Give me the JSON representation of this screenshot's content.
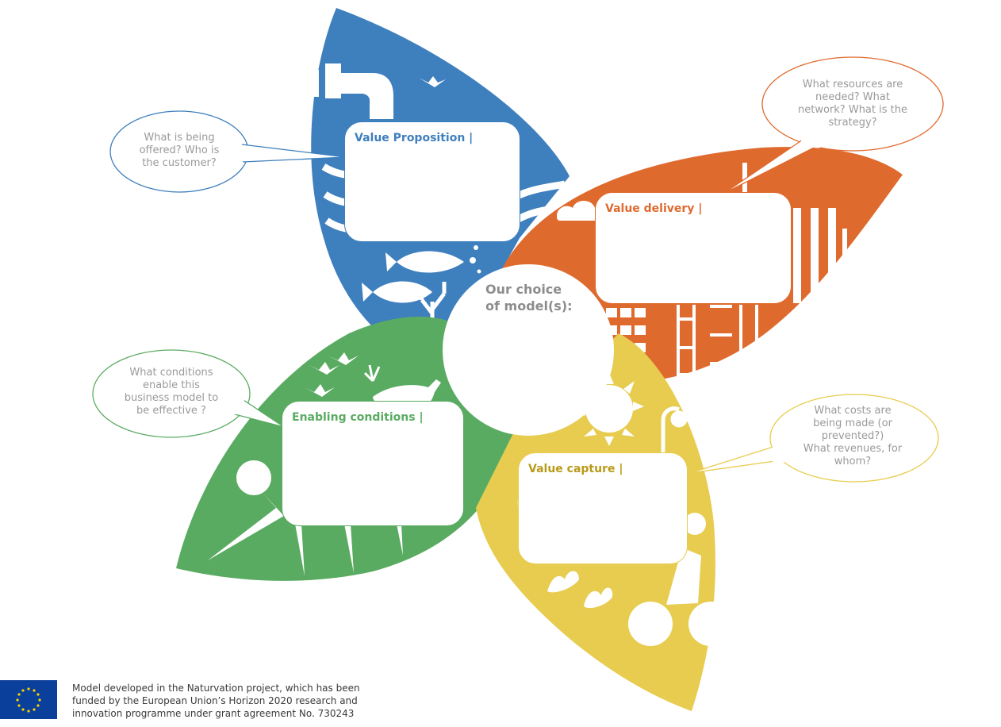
{
  "colors": {
    "value_proposition": "#3e7fbd",
    "value_delivery": "#df6a2e",
    "enabling_conditions": "#5aab62",
    "value_capture": "#e7cc4f",
    "question_text": "#9a9a9a",
    "eu_blue": "#0b3f9c",
    "eu_star": "#f6d500"
  },
  "center": {
    "line1": "Our choice",
    "line2": "of model(s):"
  },
  "boxes": {
    "value_proposition": {
      "title": "Value Proposition |"
    },
    "value_delivery": {
      "title": "Value delivery |"
    },
    "enabling_conditions": {
      "title": "Enabling conditions |"
    },
    "value_capture": {
      "title": "Value capture |"
    }
  },
  "questions": {
    "value_proposition": [
      "What is being",
      "offered? Who is",
      "the customer?"
    ],
    "value_delivery": [
      "What resources are",
      "needed? What",
      "network? What is the",
      "strategy?"
    ],
    "enabling_conditions": [
      "What conditions",
      "enable this",
      "business model to",
      "be effective ?"
    ],
    "value_capture": [
      "What costs are",
      "being made (or",
      "prevented?)",
      "What revenues, for",
      "whom?"
    ]
  },
  "footer": {
    "lines": [
      "Model developed in the Naturvation project, which has been",
      "funded by the European Union’s Horizon 2020 research and",
      "innovation programme under grant agreement No. 730243"
    ]
  },
  "icons": [
    "faucet-icon",
    "bird-icon",
    "fish-icon",
    "coral-icon",
    "cloud-icon",
    "building-icon",
    "deer-icon",
    "tree-icon",
    "sun-icon",
    "street-lamp-icon",
    "cyclist-icon",
    "plant-icon",
    "eu-flag-icon"
  ]
}
